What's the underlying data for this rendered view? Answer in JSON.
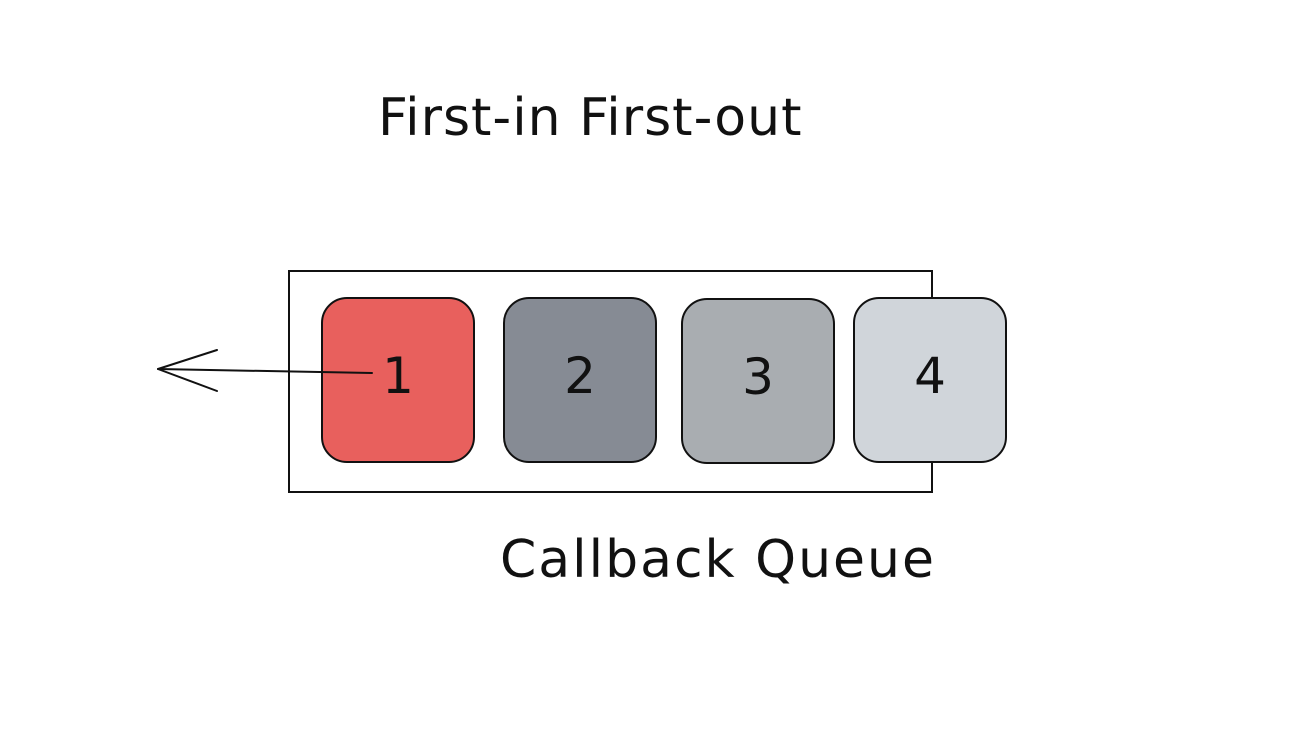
{
  "title": "First-in First-out",
  "caption": "Callback Queue",
  "queue": {
    "items": [
      {
        "label": "1",
        "color": "#e8605d"
      },
      {
        "label": "2",
        "color": "#868b94"
      },
      {
        "label": "3",
        "color": "#a9adb1"
      },
      {
        "label": "4",
        "color": "#d0d5da"
      }
    ]
  },
  "colors": {
    "stroke": "#111111",
    "background": "#ffffff"
  }
}
